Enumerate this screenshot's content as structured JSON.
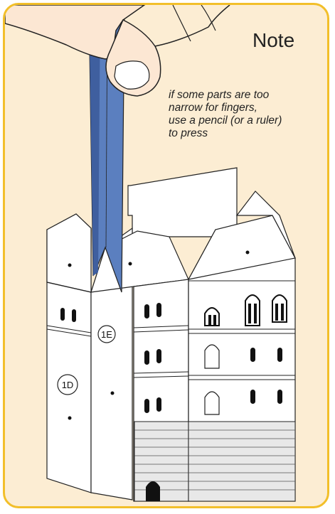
{
  "note": {
    "title": "Note",
    "lines": [
      "if some parts are too",
      "narrow for fingers,",
      "use a pencil (or a ruler)",
      "to press"
    ]
  },
  "labels": {
    "part_1e": "1E",
    "part_1d": "1D"
  },
  "colors": {
    "border": "#f2bf2a",
    "background": "#fcedd3",
    "pencil": "#5b7fbf"
  }
}
